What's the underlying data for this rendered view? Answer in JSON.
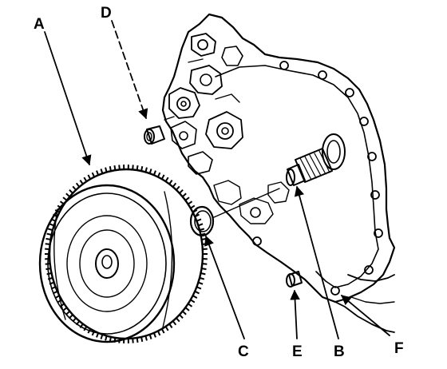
{
  "diagram": {
    "callouts": {
      "a": "A",
      "b": "B",
      "c": "C",
      "d": "D",
      "e": "E",
      "f": "F"
    },
    "parts": {
      "torque_converter": "torque-converter",
      "mainshaft": "mainshaft",
      "o_ring": "o-ring",
      "dowel_pin_upper": "dowel-pin",
      "dowel_pin_lower": "dowel-pin",
      "transmission_housing": "transmission-housing"
    }
  }
}
